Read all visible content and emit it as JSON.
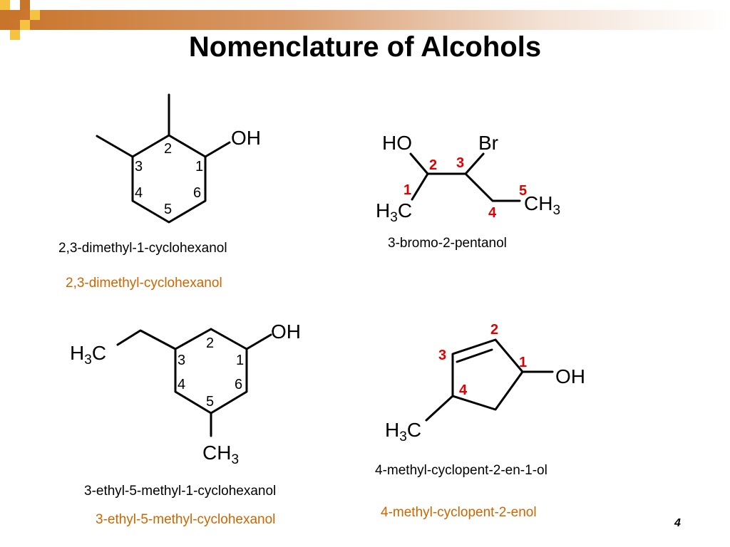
{
  "slide": {
    "title": "Nomenclature of Alcohols",
    "page_number": "4",
    "colors": {
      "header_orange": "#c8742a",
      "square_yellow": "#f5c242",
      "numbers_red": "#e00000",
      "names_orange": "#cc6600"
    }
  },
  "molecule1": {
    "group_oh": "OH",
    "numbers": [
      "1",
      "2",
      "3",
      "4",
      "5",
      "6"
    ],
    "name_iupac": "2,3-dimethyl-1-cyclohexanol",
    "name_alt": "2,3-dimethyl-cyclohexanol"
  },
  "molecule2": {
    "group_ho": "HO",
    "group_br": "Br",
    "group_h3c_main": "H",
    "group_h3c_sub": "3",
    "group_h3c_end": "C",
    "group_ch3_main": "CH",
    "group_ch3_sub": "3",
    "numbers": [
      "1",
      "2",
      "3",
      "4",
      "5"
    ],
    "name_iupac": "3-bromo-2-pentanol"
  },
  "molecule3": {
    "group_oh": "OH",
    "group_h3c_main": "H",
    "group_h3c_sub": "3",
    "group_h3c_end": "C",
    "group_ch3_main": "CH",
    "group_ch3_sub": "3",
    "numbers": [
      "1",
      "2",
      "3",
      "4",
      "5",
      "6"
    ],
    "name_iupac": "3-ethyl-5-methyl-1-cyclohexanol",
    "name_alt": "3-ethyl-5-methyl-cyclohexanol"
  },
  "molecule4": {
    "group_oh": "OH",
    "group_h3c_main": "H",
    "group_h3c_sub": "3",
    "group_h3c_end": "C",
    "numbers": [
      "1",
      "2",
      "3",
      "4"
    ],
    "name_iupac": "4-methyl-cyclopent-2-en-1-ol",
    "name_alt": "4-methyl-cyclopent-2-enol"
  }
}
